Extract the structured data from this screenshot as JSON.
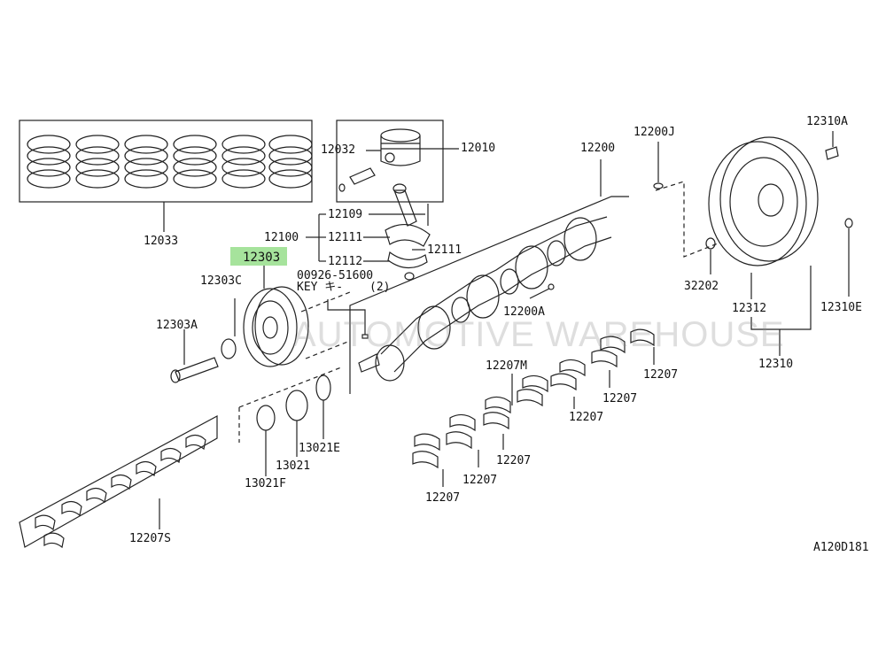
{
  "diagram": {
    "highlight_color": "#a6e39c",
    "line_color": "#222222",
    "watermark": "AUTOMOTIVE WAREHOUSE",
    "figure_code": "A120D181",
    "labels": {
      "p12033": "12033",
      "p12032": "12032",
      "p12010": "12010",
      "p12200": "12200",
      "p12200j": "12200J",
      "p12310a": "12310A",
      "p12109": "12109",
      "p12100": "12100",
      "p12111a": "12111",
      "p12111b": "12111",
      "p12112": "12112",
      "p12303": "12303",
      "p00926": "00926-51600",
      "key": "KEY キ-",
      "qty2": "(2)",
      "p12303c": "12303C",
      "p12303a": "12303A",
      "p12200a": "12200A",
      "p32202": "32202",
      "p12312": "12312",
      "p12310e": "12310E",
      "p12310": "12310",
      "p12207m": "12207M",
      "p12207a": "12207",
      "p12207b": "12207",
      "p12207c": "12207",
      "p12207d": "12207",
      "p12207e": "12207",
      "p12207f": "12207",
      "p13021e": "13021E",
      "p13021": "13021",
      "p13021f": "13021F",
      "p12207s": "12207S"
    }
  }
}
